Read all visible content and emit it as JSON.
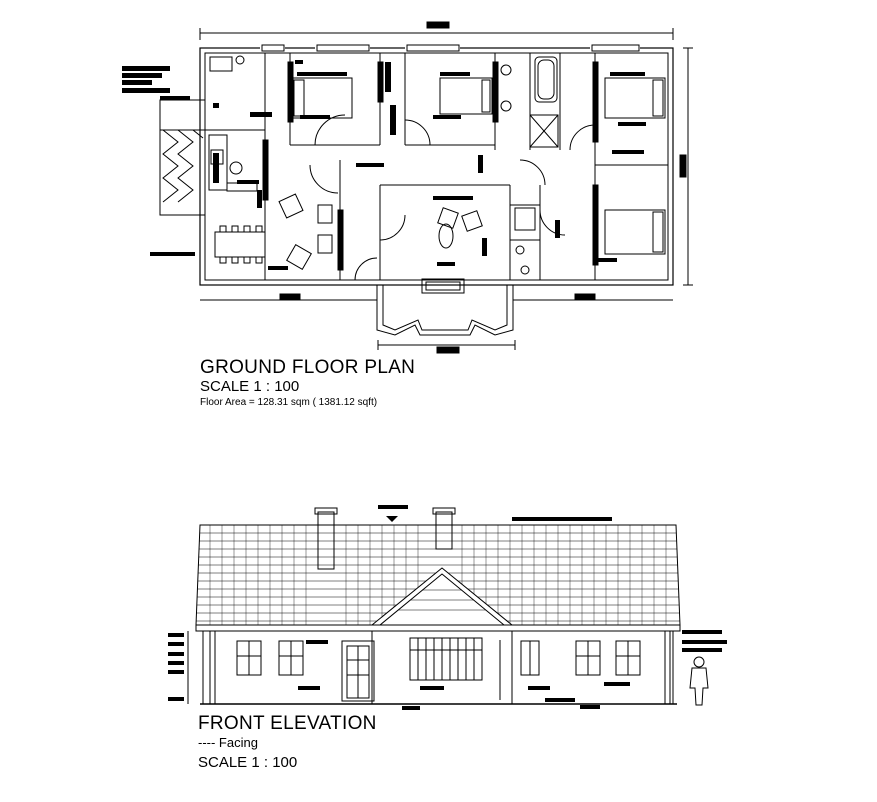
{
  "plan": {
    "title": "GROUND FLOOR PLAN",
    "scale": "SCALE 1 : 100",
    "area": "Floor Area = 128.31 sqm ( 1381.12 sqft)"
  },
  "elevation": {
    "title": "FRONT ELEVATION",
    "subtitle": "---- Facing",
    "scale": "SCALE 1 : 100"
  },
  "colors": {
    "ink": "#000000",
    "paper": "#ffffff"
  }
}
